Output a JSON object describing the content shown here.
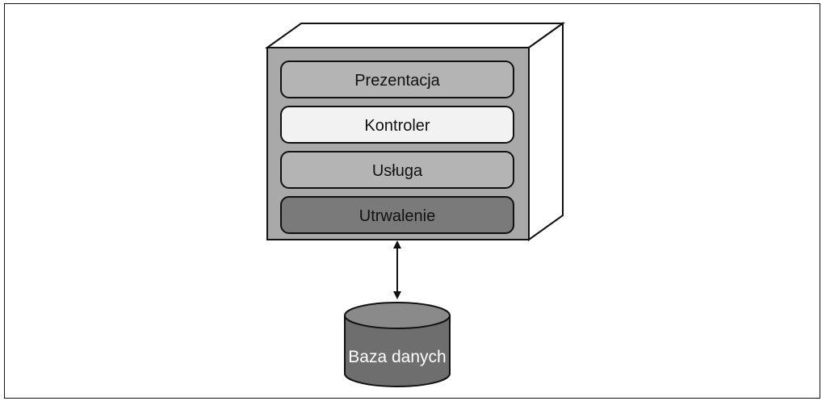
{
  "diagram": {
    "layers": [
      {
        "label": "Prezentacja",
        "fill": "#b4b4b4"
      },
      {
        "label": "Kontroler",
        "fill": "#f2f2f2"
      },
      {
        "label": "Usługa",
        "fill": "#b4b4b4"
      },
      {
        "label": "Utrwalenie",
        "fill": "#7a7a7a"
      }
    ],
    "database": {
      "label": "Baza danych",
      "fill": "#6e6e6e"
    },
    "colors": {
      "box_front": "#a9a9a9",
      "box_side": "#ffffff",
      "box_top": "#ffffff",
      "outline": "#111111"
    }
  }
}
